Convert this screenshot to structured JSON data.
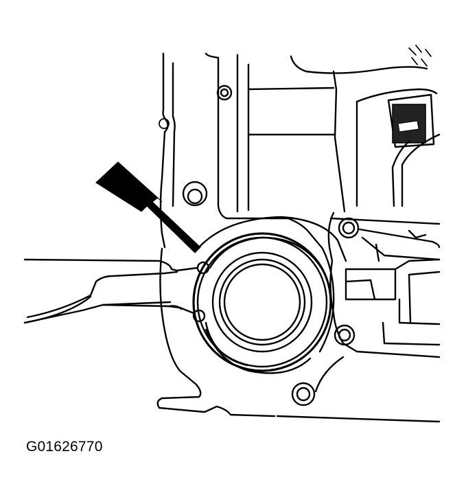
{
  "figure": {
    "id_label": "G01626770"
  },
  "colors": {
    "line": "#000000",
    "background": "#ffffff"
  },
  "parts": [
    "engine-block-outline",
    "rear-crankshaft-seal-housing",
    "crankshaft-seal",
    "seal-removal-tool",
    "pointer-arrow",
    "housing-bolt-holes"
  ]
}
